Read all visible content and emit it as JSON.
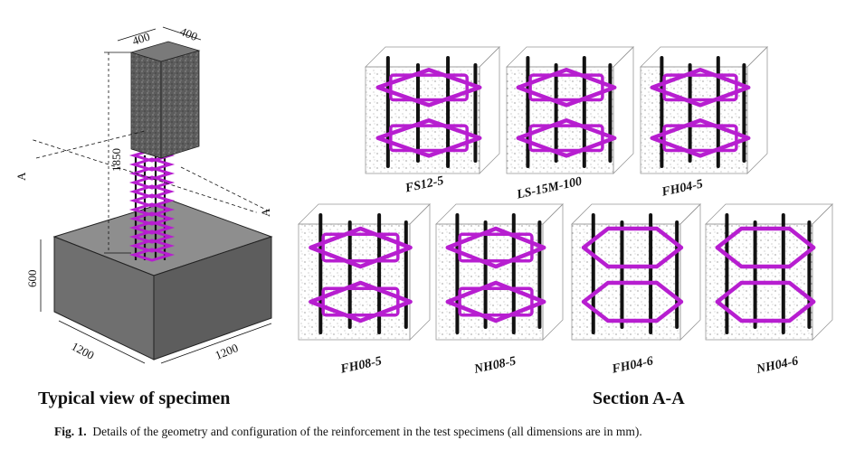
{
  "headings": {
    "left": "Typical view of specimen",
    "right": "Section A-A"
  },
  "caption": {
    "prefix": "Fig. 1.",
    "text": "Details of the geometry and configuration of the reinforcement in the test specimens (all dimensions are in mm)."
  },
  "dimensions": {
    "col_width": "400",
    "col_depth": "400",
    "col_height": "1850",
    "base_height": "600",
    "base_left": "1200",
    "base_right": "1200",
    "section_mark": "A"
  },
  "specimens": [
    {
      "label": "FS12-5"
    },
    {
      "label": "LS-15M-100"
    },
    {
      "label": "FH04-5"
    },
    {
      "label": "FH08-5"
    },
    {
      "label": "NH08-5"
    },
    {
      "label": "FH04-6"
    },
    {
      "label": "NH04-6"
    }
  ],
  "colors": {
    "tie": "#b71ed0",
    "bar": "#111111",
    "concrete": "#5a5a5a",
    "footing_top": "#8e8e8e",
    "footing_front": "#6f6f6f",
    "footing_side": "#5d5d5d"
  }
}
